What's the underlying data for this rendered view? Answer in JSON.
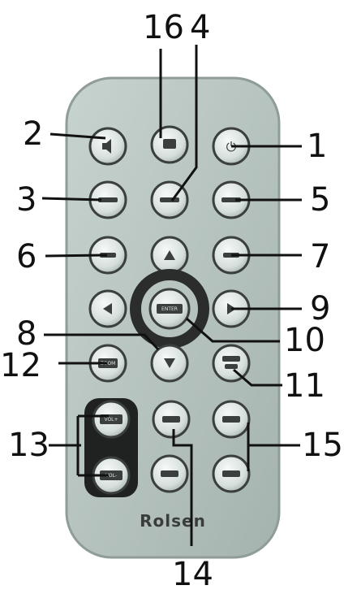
{
  "diagram": {
    "brand": "Rolsen",
    "callouts": [
      {
        "id": "1",
        "label": "1"
      },
      {
        "id": "2",
        "label": "2"
      },
      {
        "id": "3",
        "label": "3"
      },
      {
        "id": "4",
        "label": "4"
      },
      {
        "id": "5",
        "label": "5"
      },
      {
        "id": "6",
        "label": "6"
      },
      {
        "id": "7",
        "label": "7"
      },
      {
        "id": "8",
        "label": "8"
      },
      {
        "id": "9",
        "label": "9"
      },
      {
        "id": "10",
        "label": "10"
      },
      {
        "id": "11",
        "label": "11"
      },
      {
        "id": "12",
        "label": "12"
      },
      {
        "id": "13",
        "label": "13"
      },
      {
        "id": "14",
        "label": "14"
      },
      {
        "id": "15",
        "label": "15"
      },
      {
        "id": "16",
        "label": "16"
      }
    ],
    "buttons": {
      "power": "⏻",
      "enter": "ENTER",
      "zoom": "ZOOM",
      "vol_up": "VOL+",
      "vol_down": "VOL-"
    },
    "colors": {
      "remote_body": "#b4c2be",
      "button_face": "#e7eeeb",
      "button_ring": "#3b3f3e",
      "callout_text": "#111111"
    }
  }
}
